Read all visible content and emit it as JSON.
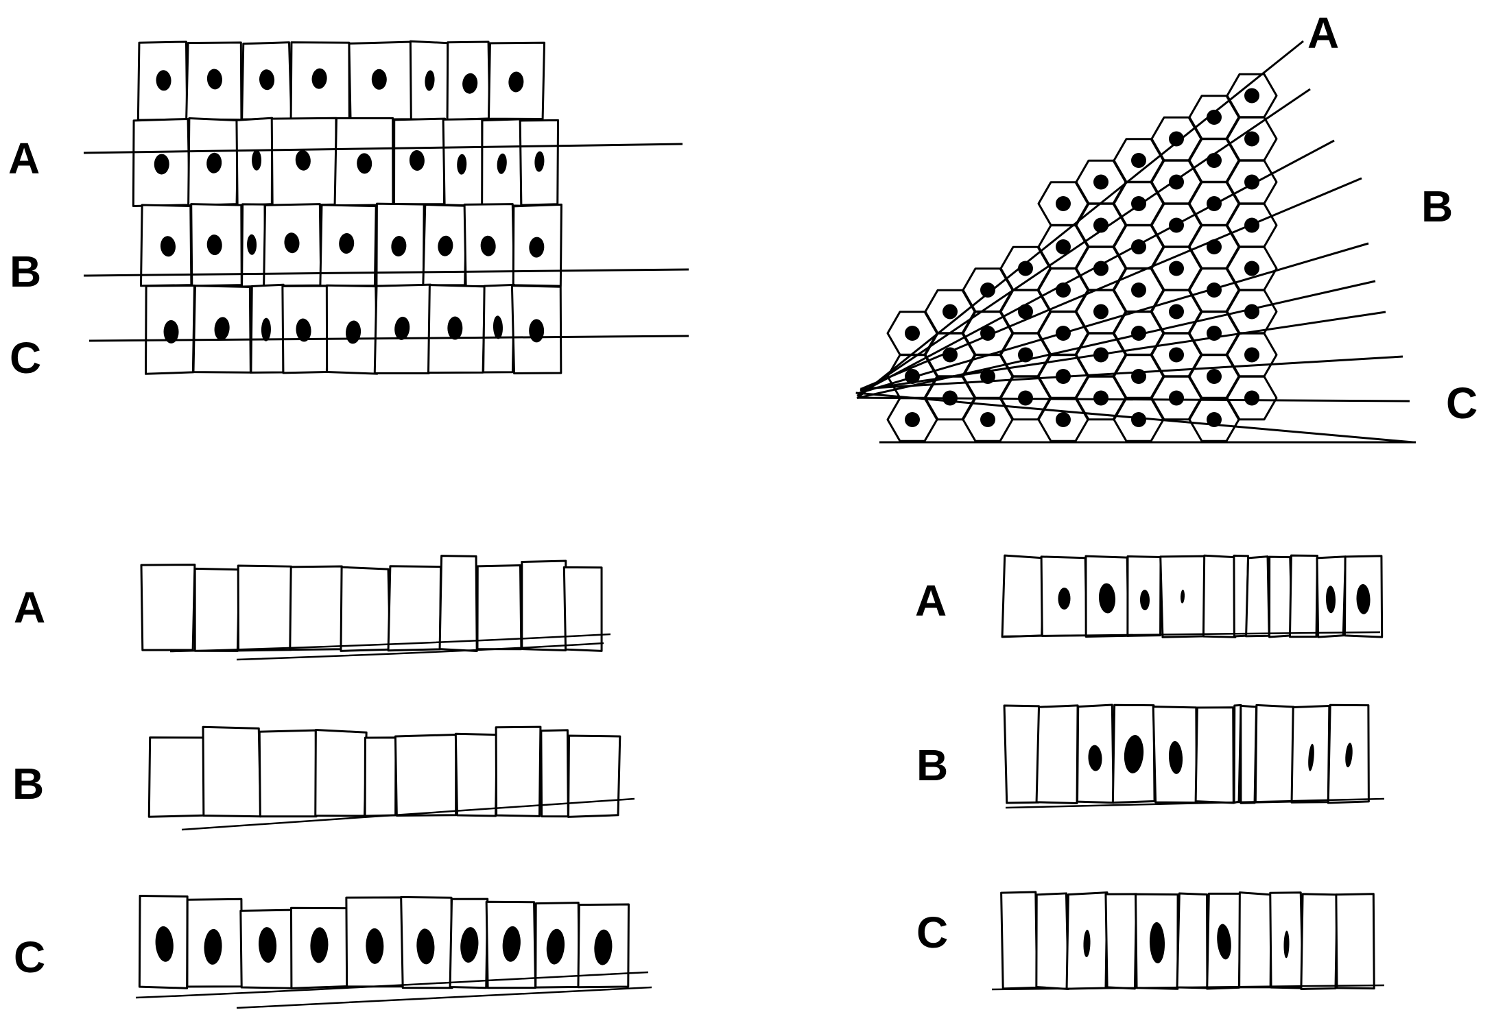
{
  "panels": {
    "tl": {
      "labels": [
        "A",
        "B",
        "C"
      ]
    },
    "tr": {
      "labels": [
        "A",
        "B",
        "C"
      ]
    },
    "bl": {
      "labels": [
        "A",
        "B",
        "C"
      ]
    },
    "br": {
      "labels": [
        "A",
        "B",
        "C"
      ]
    }
  },
  "colors": {
    "ink": "#000000",
    "paper": "#ffffff"
  }
}
